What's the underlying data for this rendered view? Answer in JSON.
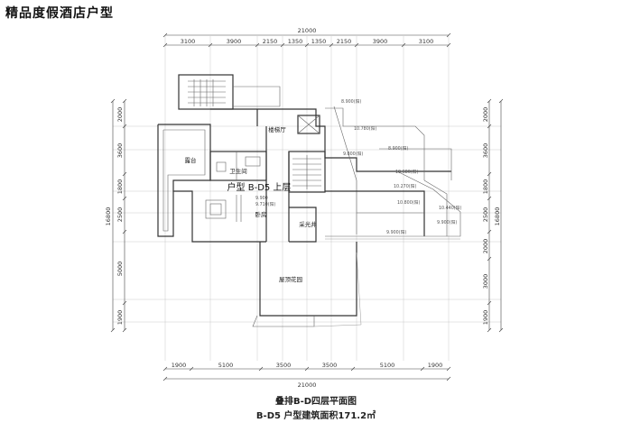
{
  "page_title": "精品度假酒店户型",
  "captions": {
    "plan_name": "叠排B-D四层平面图",
    "area_label": "B-D5 户型建筑面积171.2㎡"
  },
  "unit_label": "户型 B-D5 上层",
  "dimensions": {
    "top_total": "21000",
    "top_segments": [
      "3100",
      "3900",
      "2150",
      "1350",
      "1350",
      "2150",
      "3900",
      "3100"
    ],
    "bottom_total": "21000",
    "bottom_segments": [
      "1900",
      "5100",
      "3500",
      "3500",
      "5100",
      "1900"
    ],
    "left_segments": [
      "2000",
      "3600",
      "1800",
      "2500",
      "5000",
      "1900"
    ],
    "left_total": "16800",
    "right_segments": [
      "2000",
      "3600",
      "1800",
      "2500",
      "2000",
      "3000",
      "1900"
    ],
    "right_total": "16800"
  },
  "rooms": {
    "terrace": "露台",
    "stair_hall": "楼梯厅",
    "bathroom": "卫生间",
    "bedroom": "卧房",
    "skylight": "采光井",
    "roof_garden": "屋顶花园"
  },
  "levels": [
    "8.900(阳)",
    "10.780(阳)",
    "9.800(阳)",
    "8.900(阳)",
    "10.680(阳)",
    "10.270(阳)",
    "10.800(阳)",
    "10.440(阳)",
    "9.900(阳)",
    "9.900(阳)",
    "9.900",
    "9.710(阳)"
  ]
}
